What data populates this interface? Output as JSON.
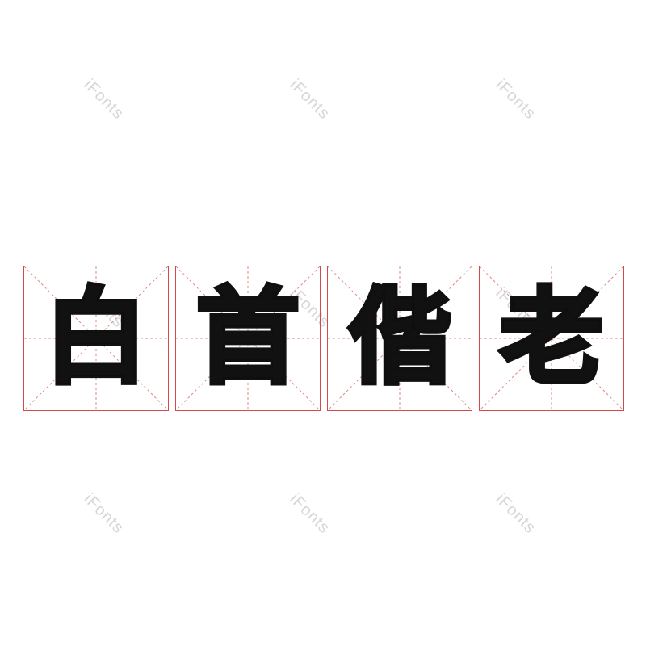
{
  "watermark": {
    "text": "iFonts",
    "color": "#d6d6d6"
  },
  "grid": {
    "border_color": "#d44a4a",
    "guide_color": "#e08a8a",
    "characters": [
      "白",
      "首",
      "偕",
      "老"
    ]
  },
  "colors": {
    "character": "#111111",
    "background": "#ffffff"
  }
}
